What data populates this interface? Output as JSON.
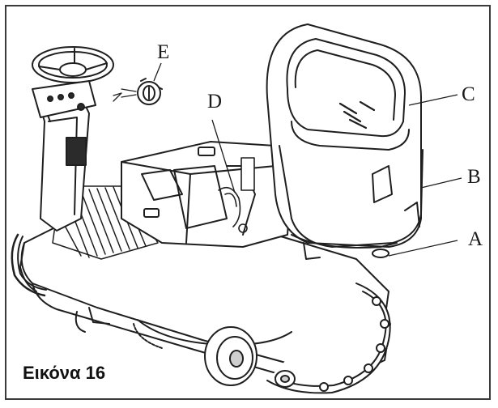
{
  "figure": {
    "caption": "Εικόνα 16",
    "callouts": {
      "a": "A",
      "b": "B",
      "c": "C",
      "d": "D",
      "e": "E"
    }
  },
  "colors": {
    "line": "#1f1f1f",
    "fill": "#ffffff",
    "shade": "#cfcfcf",
    "dark": "#2b2b2b"
  }
}
